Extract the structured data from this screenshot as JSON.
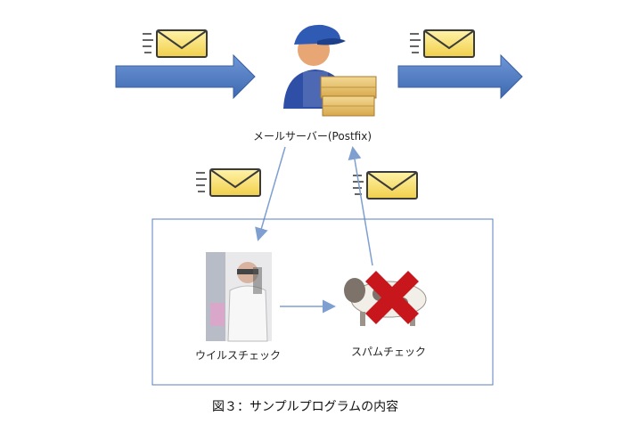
{
  "diagram": {
    "server_label": "メールサーバー(Postfix)",
    "virus_check_label": "ウイルスチェック",
    "spam_check_label": "スパムチェック",
    "caption": "図３：サンプルプログラムの内容"
  },
  "colors": {
    "flow_arrow": "#4f7bc4",
    "connector": "#7e9fd0",
    "box_border": "#5b7fbf",
    "envelope_fill": "#f6e27a",
    "envelope_stroke": "#3b3b3b",
    "reject_mark": "#c8161d"
  },
  "icons": [
    "envelope-icon",
    "mail-server-person-icon",
    "scientist-photo",
    "cow-icon",
    "red-x-icon"
  ]
}
